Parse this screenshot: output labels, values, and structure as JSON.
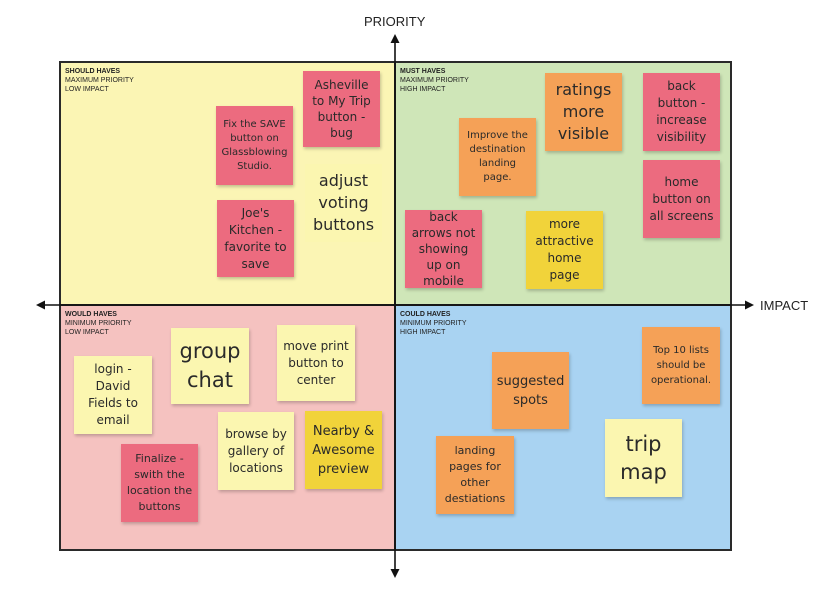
{
  "axes": {
    "vertical": "PRIORITY",
    "horizontal": "IMPACT"
  },
  "quadrants": {
    "should": {
      "title": "SHOULD HAVES",
      "line1": "MAXIMUM PRIORITY",
      "line2": "LOW IMPACT",
      "color": "#fbf5b4"
    },
    "must": {
      "title": "MUST HAVES",
      "line1": "MAXIMUM PRIORITY",
      "line2": "HIGH IMPACT",
      "color": "#cfe6b8"
    },
    "would": {
      "title": "WOULD HAVES",
      "line1": "MINIMUM PRIORITY",
      "line2": "LOW IMPACT",
      "color": "#f5c2c0"
    },
    "could": {
      "title": "COULD HAVES",
      "line1": "MINIMUM PRIORITY",
      "line2": "HIGH IMPACT",
      "color": "#a9d3f2"
    }
  },
  "notes": {
    "asheville": "Asheville to My Trip button - bug",
    "fix_save": "Fix the SAVE button on Glassblowing Studio.",
    "adjust": "adjust voting buttons",
    "joes": "Joe's Kitchen - favorite to save",
    "ratings": "ratings more visible",
    "back_button": "back button - increase visibility",
    "improve": "Improve the destination landing page.",
    "home_button": "home button on all screens",
    "back_arrows": "back arrows not showing up on mobile",
    "attractive": "more attractive home page",
    "group_chat": "group chat",
    "move_print": "move print button to center",
    "login": "login - David Fields to email",
    "browse": "browse by gallery of locations",
    "nearby": "Nearby & Awesome preview",
    "finalize": "Finalize - swith the location the buttons",
    "suggested": "suggested spots",
    "top10": "Top 10 lists should be operational.",
    "trip_map": "trip map",
    "landing": "landing pages for other destiations"
  },
  "colors": {
    "pink": "#ec6b7f",
    "orange": "#f5a157",
    "yellow": "#f1d33a",
    "cream": "#fbf6b0",
    "axis": "#111111"
  }
}
